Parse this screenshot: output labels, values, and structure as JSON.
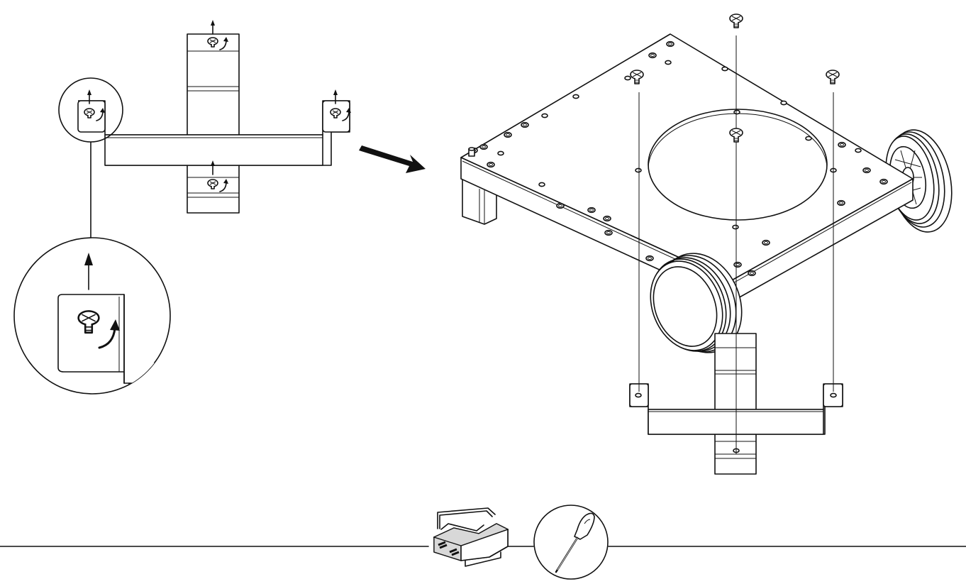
{
  "diagram": {
    "kind": "assembly-instruction",
    "steps": [
      {
        "id": "remove-bracket-screws",
        "screw_count": 4
      },
      {
        "id": "attach-bracket-to-base",
        "screw_count": 4
      }
    ],
    "tools": [
      {
        "name": "toolbox-icon"
      },
      {
        "name": "screwdriver-icon"
      }
    ],
    "colors": {
      "ink": "#111111",
      "background": "#ffffff",
      "shade": "#d8d8d8"
    }
  }
}
